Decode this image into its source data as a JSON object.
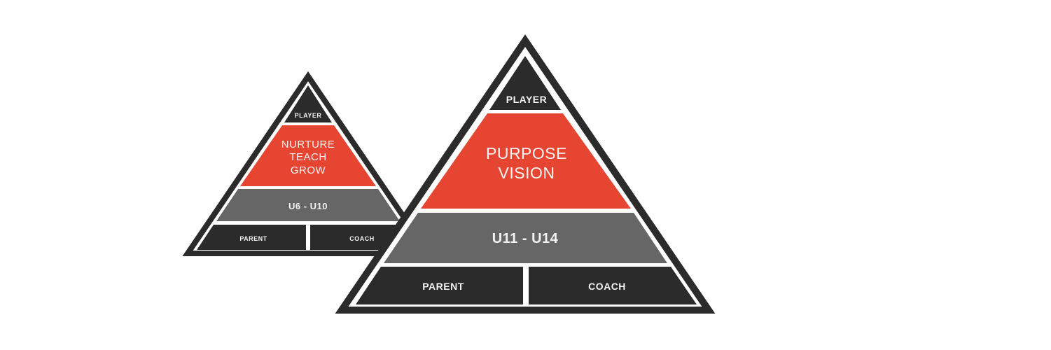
{
  "colors": {
    "dark": "#2b2b2b",
    "red": "#e64531",
    "gray": "#666666",
    "text": "#f2f2f2"
  },
  "small_pyramid": {
    "top": "PLAYER",
    "middle_lines": [
      "NURTURE",
      "TEACH",
      "GROW"
    ],
    "age_group": "U6 - U10",
    "base_left": "PARENT",
    "base_right": "COACH"
  },
  "large_pyramid": {
    "top": "PLAYER",
    "middle_lines": [
      "PURPOSE",
      "VISION"
    ],
    "age_group": "U11 - U14",
    "base_left": "PARENT",
    "base_right": "COACH"
  }
}
